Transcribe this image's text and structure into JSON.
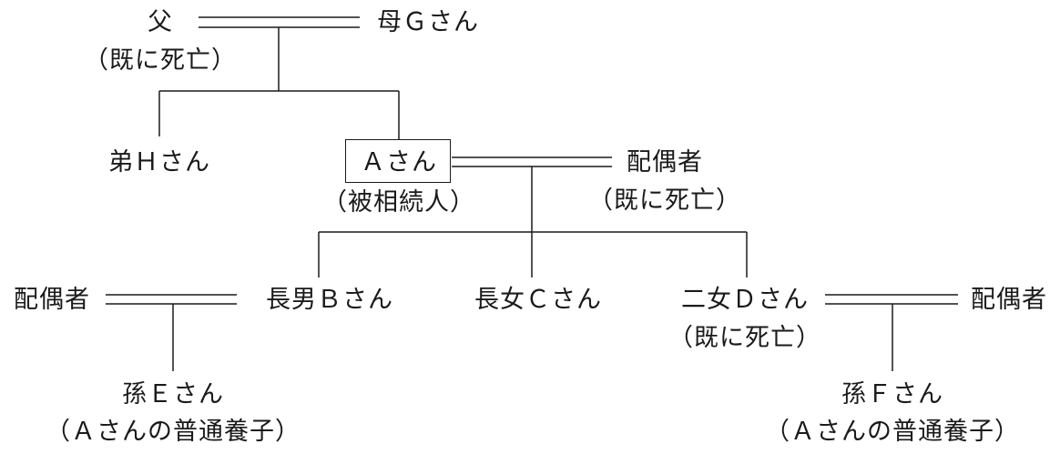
{
  "persons": {
    "father": {
      "name": "父",
      "note": "（既に死亡）"
    },
    "mother": {
      "name": "母Ｇさん"
    },
    "brother": {
      "name": "弟Ｈさん"
    },
    "a": {
      "name": "Ａさん",
      "note": "（被相続人）"
    },
    "a_spouse": {
      "name": "配偶者",
      "note": "（既に死亡）"
    },
    "b_spouse": {
      "name": "配偶者"
    },
    "eldest_son": {
      "name": "長男Ｂさん"
    },
    "eldest_daughter": {
      "name": "長女Ｃさん"
    },
    "second_daughter": {
      "name": "二女Ｄさん",
      "note": "（既に死亡）"
    },
    "d_spouse": {
      "name": "配偶者"
    },
    "grandchild_e": {
      "name": "孫Ｅさん",
      "note": "（Ａさんの普通養子）"
    },
    "grandchild_f": {
      "name": "孫Ｆさん",
      "note": "（Ａさんの普通養子）"
    }
  },
  "colors": {
    "line": "#1a1a1a",
    "background": "#ffffff"
  }
}
